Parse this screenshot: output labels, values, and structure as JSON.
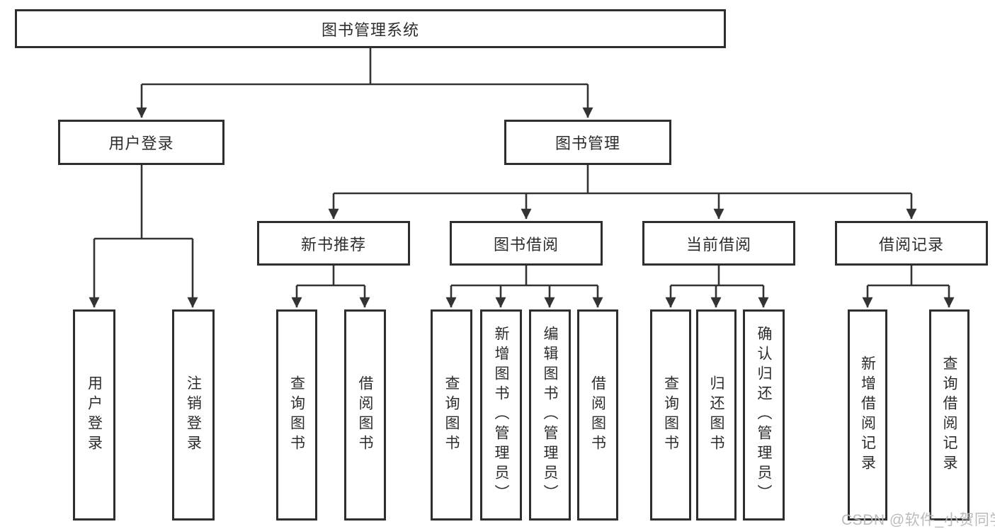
{
  "diagram": {
    "title": "图书管理系统",
    "nodes": {
      "root": {
        "label": "图书管理系统"
      },
      "branches": [
        {
          "label": "用户登录"
        },
        {
          "label": "图书管理"
        }
      ],
      "modules": [
        {
          "label": "新书推荐",
          "parent": "图书管理"
        },
        {
          "label": "图书借阅",
          "parent": "图书管理"
        },
        {
          "label": "当前借阅",
          "parent": "图书管理"
        },
        {
          "label": "借阅记录",
          "parent": "图书管理"
        }
      ],
      "leaves": [
        {
          "label": "用户登录",
          "parent": "用户登录"
        },
        {
          "label": "注销登录",
          "parent": "用户登录"
        },
        {
          "label": "查询图书",
          "parent": "新书推荐"
        },
        {
          "label": "借阅图书",
          "parent": "新书推荐"
        },
        {
          "label": "查询图书",
          "parent": "图书借阅"
        },
        {
          "label": "新增图书（管理员）",
          "parent": "图书借阅"
        },
        {
          "label": "编辑图书（管理员）",
          "parent": "图书借阅"
        },
        {
          "label": "借阅图书",
          "parent": "图书借阅"
        },
        {
          "label": "查询图书",
          "parent": "当前借阅"
        },
        {
          "label": "归还图书",
          "parent": "当前借阅"
        },
        {
          "label": "确认归还（管理员）",
          "parent": "当前借阅"
        },
        {
          "label": "新增借阅记录",
          "parent": "借阅记录"
        },
        {
          "label": "查询借阅记录",
          "parent": "借阅记录"
        }
      ]
    },
    "colors": {
      "line": "#333333",
      "box_border": "#2e2e2e",
      "text": "#2d2d2d",
      "watermark": "#b7b7b7",
      "background": "#ffffff"
    }
  },
  "watermark": "CSDN @软件_小贺同学"
}
